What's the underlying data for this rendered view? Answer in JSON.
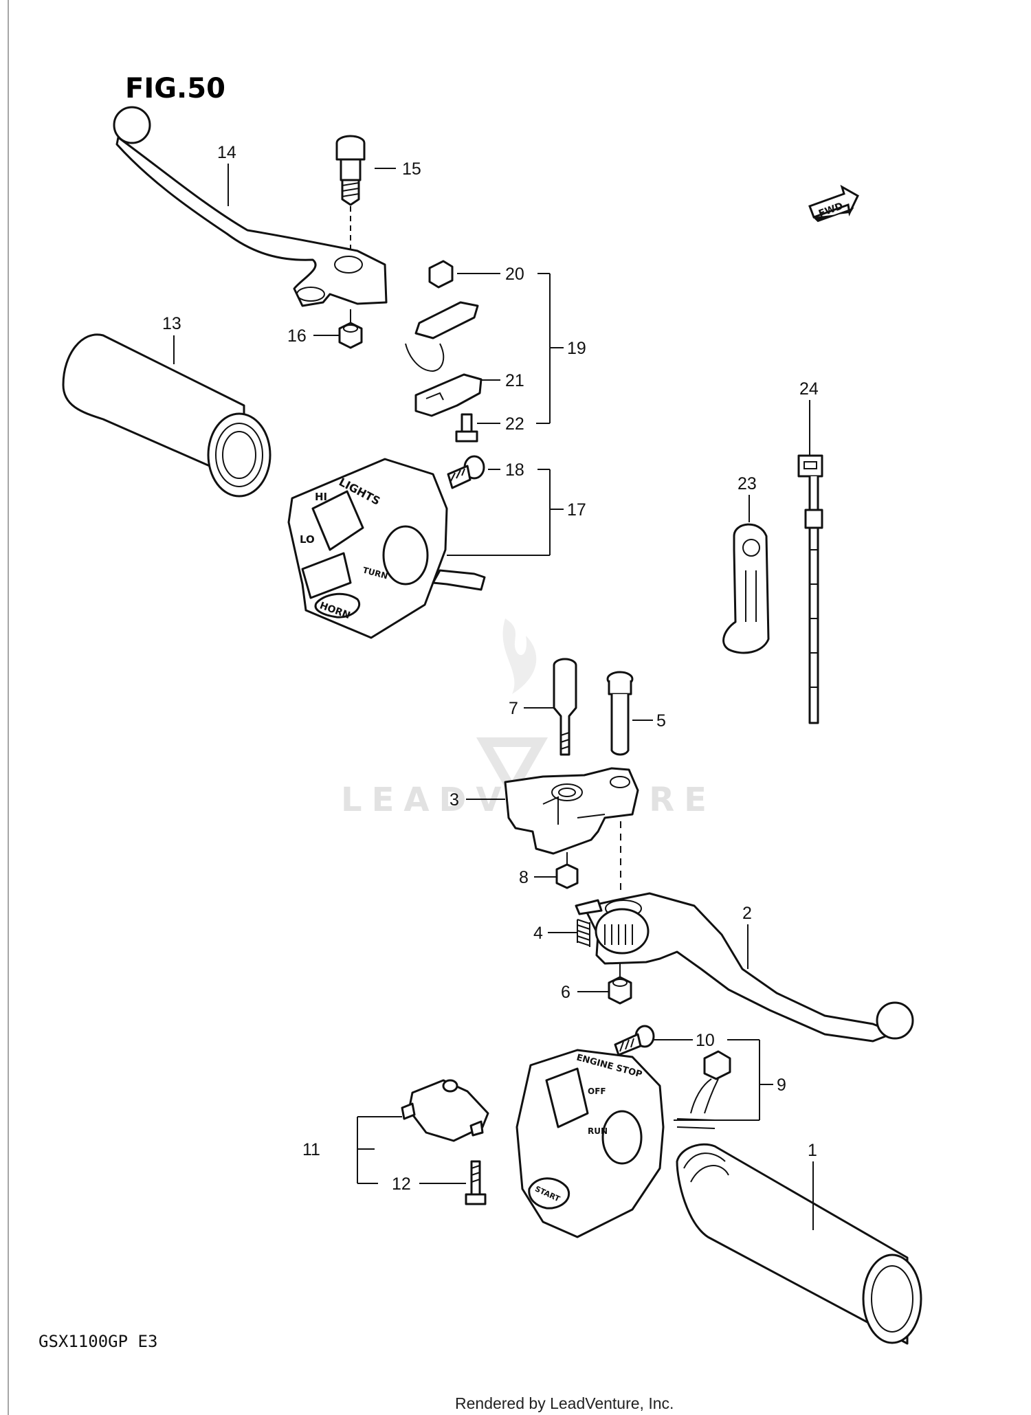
{
  "figure": {
    "title": "FIG.50",
    "model": "GSX1100GP  E3",
    "credit": "Rendered by LeadVenture, Inc.",
    "watermark": "LEADVENTURE"
  },
  "fwd_arrow": {
    "label": "FWD"
  },
  "switch_labels": {
    "lights": "LIGHTS",
    "hi": "HI",
    "lo": "LO",
    "turn": "TURN",
    "horn": "HORN",
    "engine_stop": "ENGINE STOP",
    "off": "OFF",
    "run": "RUN",
    "start": "START"
  },
  "callouts": [
    "1",
    "2",
    "3",
    "4",
    "5",
    "6",
    "7",
    "8",
    "9",
    "10",
    "11",
    "12",
    "13",
    "14",
    "15",
    "16",
    "17",
    "18",
    "19",
    "20",
    "21",
    "22",
    "23",
    "24"
  ]
}
